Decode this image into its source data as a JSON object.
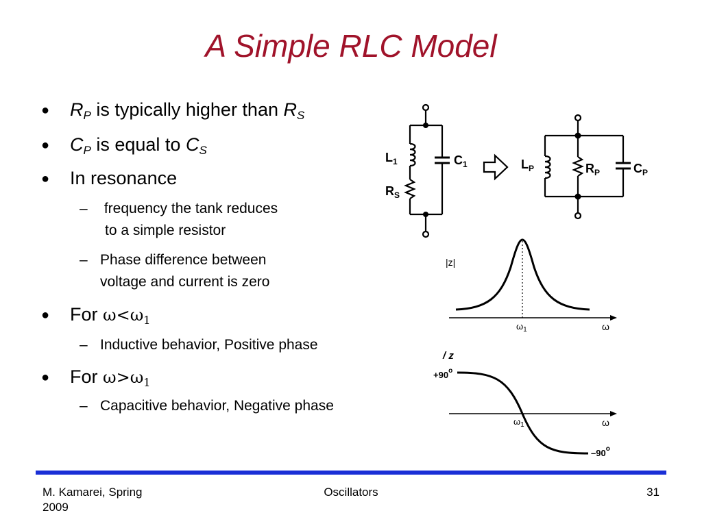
{
  "slide": {
    "title": "A Simple RLC Model"
  },
  "bullets": [
    {
      "parts": [
        "R",
        "P",
        " is typically higher than ",
        "R",
        "S"
      ]
    },
    {
      "parts": [
        "C",
        "P",
        " is equal to ",
        "C",
        "S"
      ]
    },
    {
      "text": "In resonance"
    },
    {
      "text": "For ",
      "math": "ω<ω",
      "math_sub": "1"
    },
    {
      "text": "For ",
      "math": "ω>ω",
      "math_sub": "1"
    }
  ],
  "subbullets": [
    {
      "line1": " frequency the tank reduces",
      "line2": "to a simple resistor"
    },
    {
      "line1": "Phase difference between",
      "line2": "voltage and current is zero"
    },
    {
      "line1": "Inductive behavior, Positive phase"
    },
    {
      "line1": "Capacitive behavior, Negative phase"
    }
  ],
  "bullet_symbol": "●",
  "dash_symbol": "–",
  "circuit": {
    "left": {
      "L": "L",
      "L_sub": "1",
      "C": "C",
      "C_sub": "1",
      "R": "R",
      "R_sub": "S"
    },
    "right": {
      "L": "L",
      "L_sub": "P",
      "R": "R",
      "R_sub": "P",
      "C": "C",
      "C_sub": "P"
    }
  },
  "mag_plot": {
    "ylabel": "|z|",
    "xlabel": "ω",
    "peak_label": "ω",
    "peak_sub": "1"
  },
  "phase_plot": {
    "ylabel": "/ z",
    "top_label": "+90",
    "bottom_label": "–90",
    "deg": "o",
    "xlabel": "ω",
    "cross_label": "ω",
    "cross_sub": "1"
  },
  "footer": {
    "author": "M. Kamarei, Spring",
    "year": "2009",
    "center": "Oscillators",
    "page": "31"
  },
  "colors": {
    "title": "#a0132a",
    "footer_line": "#1a2fd6"
  }
}
